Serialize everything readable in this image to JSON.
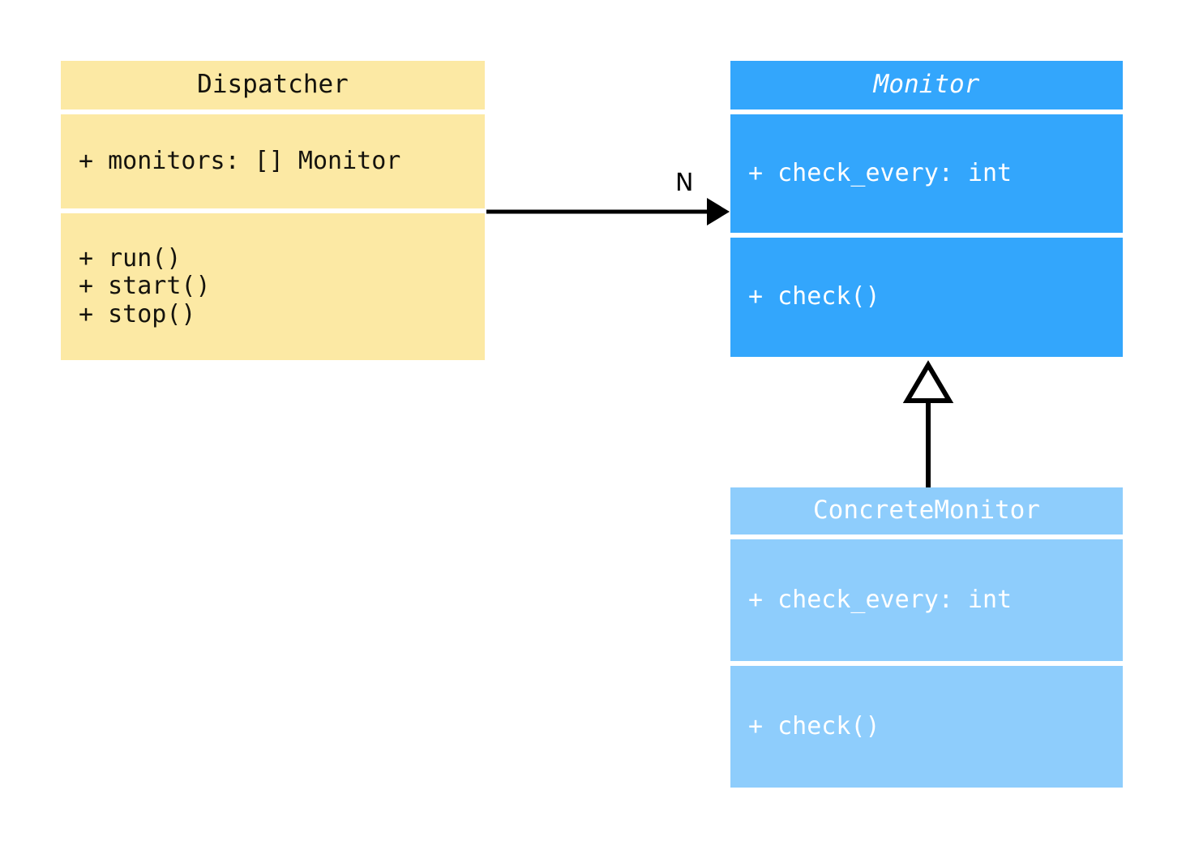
{
  "diagram": {
    "type": "uml-class-diagram",
    "background": "#ffffff",
    "classes": [
      {
        "id": "dispatcher",
        "name": "Dispatcher",
        "abstract": false,
        "fill": "#fce9a4",
        "text_color": "#15130d",
        "attributes": [
          "+ monitors: [] Monitor"
        ],
        "methods": [
          "+ run()",
          "+ start()",
          "+ stop()"
        ]
      },
      {
        "id": "monitor",
        "name": "Monitor",
        "abstract": true,
        "fill": "#33a6fc",
        "text_color": "#ffffff",
        "attributes": [
          "+ check_every: int"
        ],
        "methods": [
          "+ check()"
        ]
      },
      {
        "id": "concretemonitor",
        "name": "ConcreteMonitor",
        "abstract": false,
        "fill": "#8ecdfc",
        "text_color": "#ffffff",
        "attributes": [
          "+ check_every: int"
        ],
        "methods": [
          "+ check()"
        ]
      }
    ],
    "relationships": [
      {
        "id": "dispatcher-to-monitor",
        "kind": "association",
        "from": "Dispatcher",
        "to": "Monitor",
        "arrowhead": "solid-filled",
        "label": "N",
        "stroke": "#000000"
      },
      {
        "id": "concretemonitor-to-monitor",
        "kind": "generalization",
        "from": "ConcreteMonitor",
        "to": "Monitor",
        "arrowhead": "hollow-triangle",
        "label": "",
        "stroke": "#000000"
      }
    ]
  }
}
